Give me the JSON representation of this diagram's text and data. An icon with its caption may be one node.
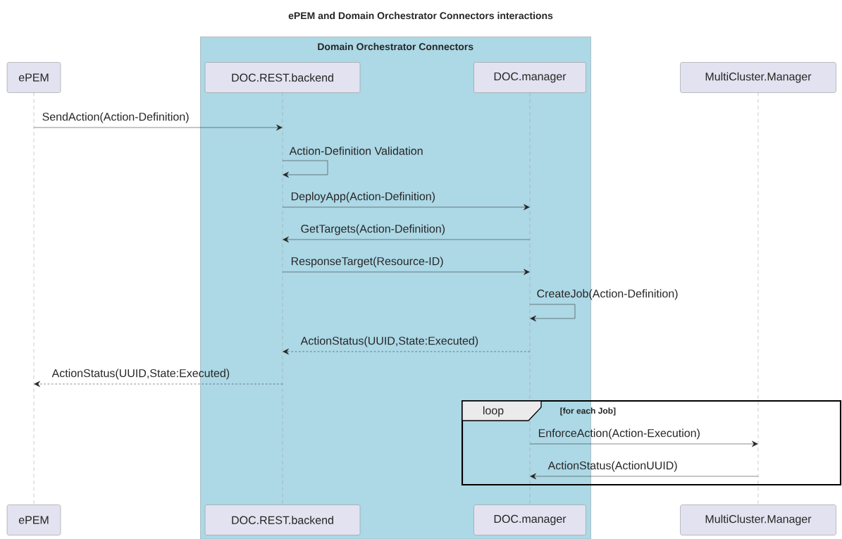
{
  "diagram": {
    "title": "ePEM and Domain Orchestrator Connectors interactions",
    "nodes": [
      {
        "text": [
          "Domain Orchestrator Connectors"
        ]
      },
      {
        "text": [
          "ePEM"
        ]
      },
      {
        "text": [
          "DOC.REST.backend"
        ],
        "in": 0
      },
      {
        "text": [
          "DOC.manager"
        ],
        "in": 0
      },
      {
        "text": [
          "MultiCluster.Manager"
        ]
      },
      {
        "text": [],
        "shape": "bar"
      },
      {
        "text": [],
        "shape": "bar",
        "in": 0
      },
      {
        "text": [],
        "shape": "bar",
        "in": 0
      },
      {
        "text": [],
        "shape": "bar"
      },
      {
        "text": [
          "ePEM"
        ]
      },
      {
        "text": [
          "DOC.REST.backend"
        ],
        "in": 0
      },
      {
        "text": [
          "DOC.manager"
        ],
        "in": 0
      },
      {
        "text": [
          "MultiCluster.Manager"
        ]
      },
      {
        "text": [
          "loop",
          "[for each Job]"
        ],
        "in": 0
      }
    ],
    "edges": [
      {
        "from": 5,
        "to": 6,
        "arrow": "to",
        "label": "SendAction(Action-Definition)"
      },
      {
        "from": 6,
        "to": 6,
        "arrow": "to",
        "label": "Action-Definition Validation"
      },
      {
        "from": 6,
        "to": 7,
        "arrow": "to",
        "label": "DeployApp(Action-Definition)"
      },
      {
        "from": 7,
        "to": 6,
        "arrow": "to",
        "label": "GetTargets(Action-Definition)"
      },
      {
        "from": 6,
        "to": 7,
        "arrow": "to",
        "label": "ResponseTarget(Resource-ID)"
      },
      {
        "from": 7,
        "to": 7,
        "arrow": "to",
        "label": "CreateJob(Action-Definition)"
      },
      {
        "from": 7,
        "to": 6,
        "arrow": "to",
        "label": "ActionStatus(UUID,State:Executed)",
        "style": "dashed"
      },
      {
        "from": 6,
        "to": 5,
        "arrow": "to",
        "label": "ActionStatus(UUID,State:Executed)",
        "style": "dashed"
      },
      {
        "from": 7,
        "to": 8,
        "arrow": "to",
        "label": "EnforceAction(Action-Execution)"
      },
      {
        "from": 8,
        "to": 7,
        "arrow": "to",
        "label": "ActionStatus(ActionUUID)"
      }
    ]
  }
}
